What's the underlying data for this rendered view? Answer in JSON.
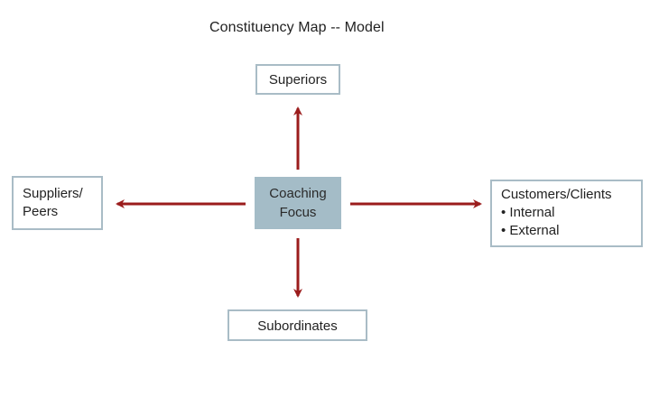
{
  "title": "Constituency Map -- Model",
  "center": {
    "lines": [
      "Coaching",
      "Focus"
    ]
  },
  "nodes": {
    "top": {
      "lines": [
        "Superiors"
      ]
    },
    "left": {
      "lines": [
        "Suppliers/",
        "Peers"
      ]
    },
    "right": {
      "lines": [
        "Customers/Clients",
        "• Internal",
        "• External"
      ]
    },
    "bottom": {
      "lines": [
        "Subordinates"
      ]
    }
  },
  "colors": {
    "arrow": "#9b1c1c",
    "box_border": "#a9bcc6",
    "center_fill": "#a4bcc7"
  }
}
